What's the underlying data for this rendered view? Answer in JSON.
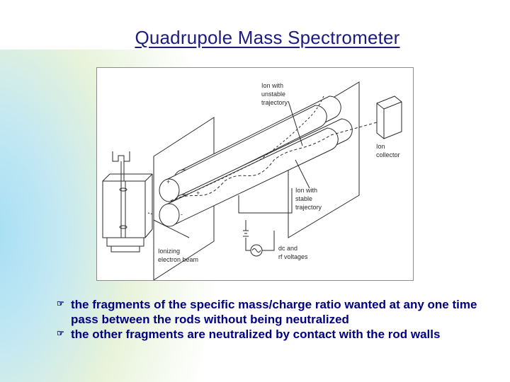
{
  "slide": {
    "title": "Quadrupole Mass Spectrometer"
  },
  "diagram": {
    "labels": {
      "unstable": [
        "Ion with",
        "unstable",
        "trajectory"
      ],
      "collector": [
        "Ion",
        "collector"
      ],
      "stable": [
        "Ion with",
        "stable",
        "trajectory"
      ],
      "voltages": [
        "dc and",
        "rf voltages"
      ],
      "electron": [
        "Ionizing",
        "electron beam"
      ]
    },
    "polarity": [
      "+",
      "-",
      "-",
      "+"
    ]
  },
  "bullets": [
    "the fragments of the specific mass/charge ratio wanted at any one time pass between the rods without being neutralized",
    "the other fragments are neutralized by contact with the rod walls"
  ],
  "bullet_icon": "pointing-hand-icon"
}
